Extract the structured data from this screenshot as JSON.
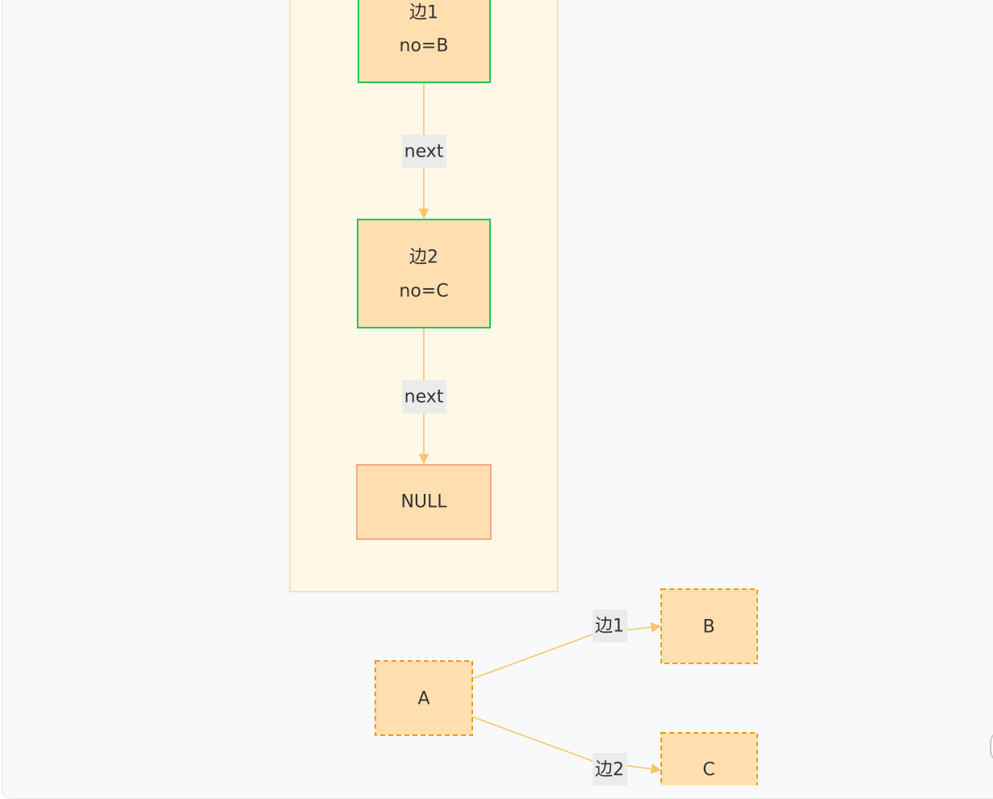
{
  "list_nodes": [
    {
      "id": "edge1",
      "line1": "边1",
      "line2": "no=B"
    },
    {
      "id": "edge2",
      "line1": "边2",
      "line2": "no=C"
    },
    {
      "id": "null",
      "line1": "NULL"
    }
  ],
  "list_links": [
    {
      "label": "next"
    },
    {
      "label": "next"
    }
  ],
  "graph_nodes": [
    {
      "id": "A",
      "label": "A"
    },
    {
      "id": "B",
      "label": "B"
    },
    {
      "id": "C",
      "label": "C"
    }
  ],
  "graph_edges": [
    {
      "from": "A",
      "to": "B",
      "label": "边1"
    },
    {
      "from": "A",
      "to": "C",
      "label": "边2"
    }
  ],
  "colors": {
    "node_fill": "#ffdfb0",
    "list_node_border": "#22c55e",
    "null_border": "#f4a98c",
    "graph_node_border": "#f39c12",
    "edge": "#f7c56b",
    "cluster_fill": "#fff8e6",
    "cluster_border": "#f6dfc3",
    "label_bg": "#ebebeb"
  }
}
